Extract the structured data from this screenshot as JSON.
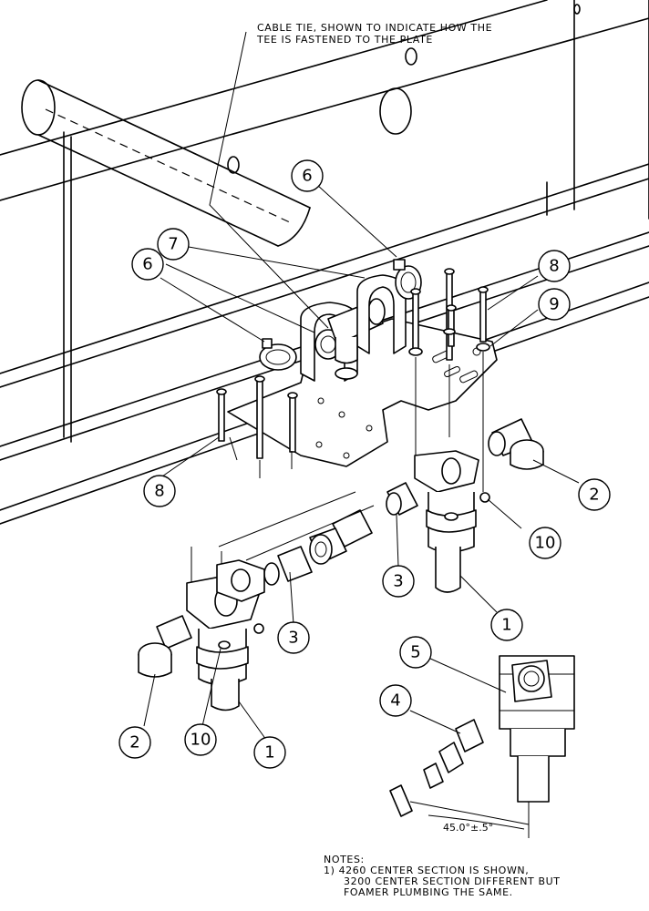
{
  "callout": {
    "line1": "CABLE TIE, SHOWN TO INDICATE HOW THE",
    "line2": "TEE IS FASTENED TO THE PLATE"
  },
  "balloons": {
    "b1a": "1",
    "b1b": "1",
    "b2a": "2",
    "b2b": "2",
    "b3a": "3",
    "b3b": "3",
    "b4": "4",
    "b5": "5",
    "b6a": "6",
    "b6b": "6",
    "b7": "7",
    "b8a": "8",
    "b8b": "8",
    "b9": "9",
    "b10a": "10",
    "b10b": "10"
  },
  "angle_dimension": "45.0°±.5°",
  "notes": {
    "heading": "NOTES:",
    "line1": "1) 4260 CENTER SECTION IS SHOWN,",
    "line2": "3200 CENTER SECTION DIFFERENT BUT",
    "line3": "FOAMER PLUMBING THE SAME."
  }
}
